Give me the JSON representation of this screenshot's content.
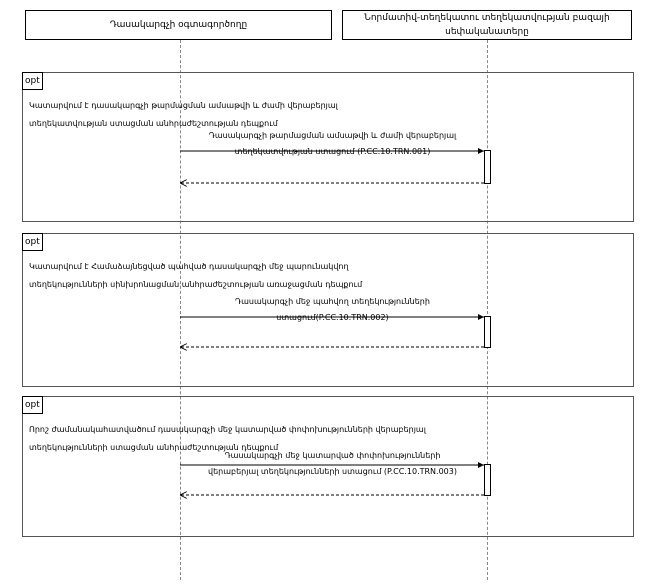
{
  "participants": [
    "Դասակարգչի օգտագործողը",
    "Նորմատիվ-տեղեկատու տեղեկատվության բազայի\nսեփականատերը"
  ],
  "fragments": [
    {
      "operator": "opt",
      "condition": "Կատարվում է դասակարգչի թարմացման ամսաթվի և ժամի վերաբերյալ\nտեղեկատվության ստացման անհրաժեշտության դեպքում",
      "message": "Դասակարգչի թարմացման ամսաթվի և ժամի վերաբերյալ\nտեղեկատվության ստացում (P.CC.10.TRN.001)"
    },
    {
      "operator": "opt",
      "condition": "Կատարվում է Համաձայնեցված պահված դասակարգչի մեջ պարունակվող\nտեղեկությունների սինխրոնացման անհրաժեշտության առաջացման դեպքում",
      "message": "Դասակարգչի մեջ պահվող տեղեկությունների\nստացում(P.CC.10.TRN.002)"
    },
    {
      "operator": "opt",
      "condition": "Որոշ ժամանակահատվածում դասակարգչի մեջ կատարված փոփոխությունների վերաբերյալ\nտեղեկությունների ստացման անհրաժեշտության դեպքում",
      "message": "Դասակարգչի մեջ կատարված փոփոխությունների\nվերաբերյալ տեղեկությունների ստացում (P.CC.10.TRN.003)"
    }
  ]
}
